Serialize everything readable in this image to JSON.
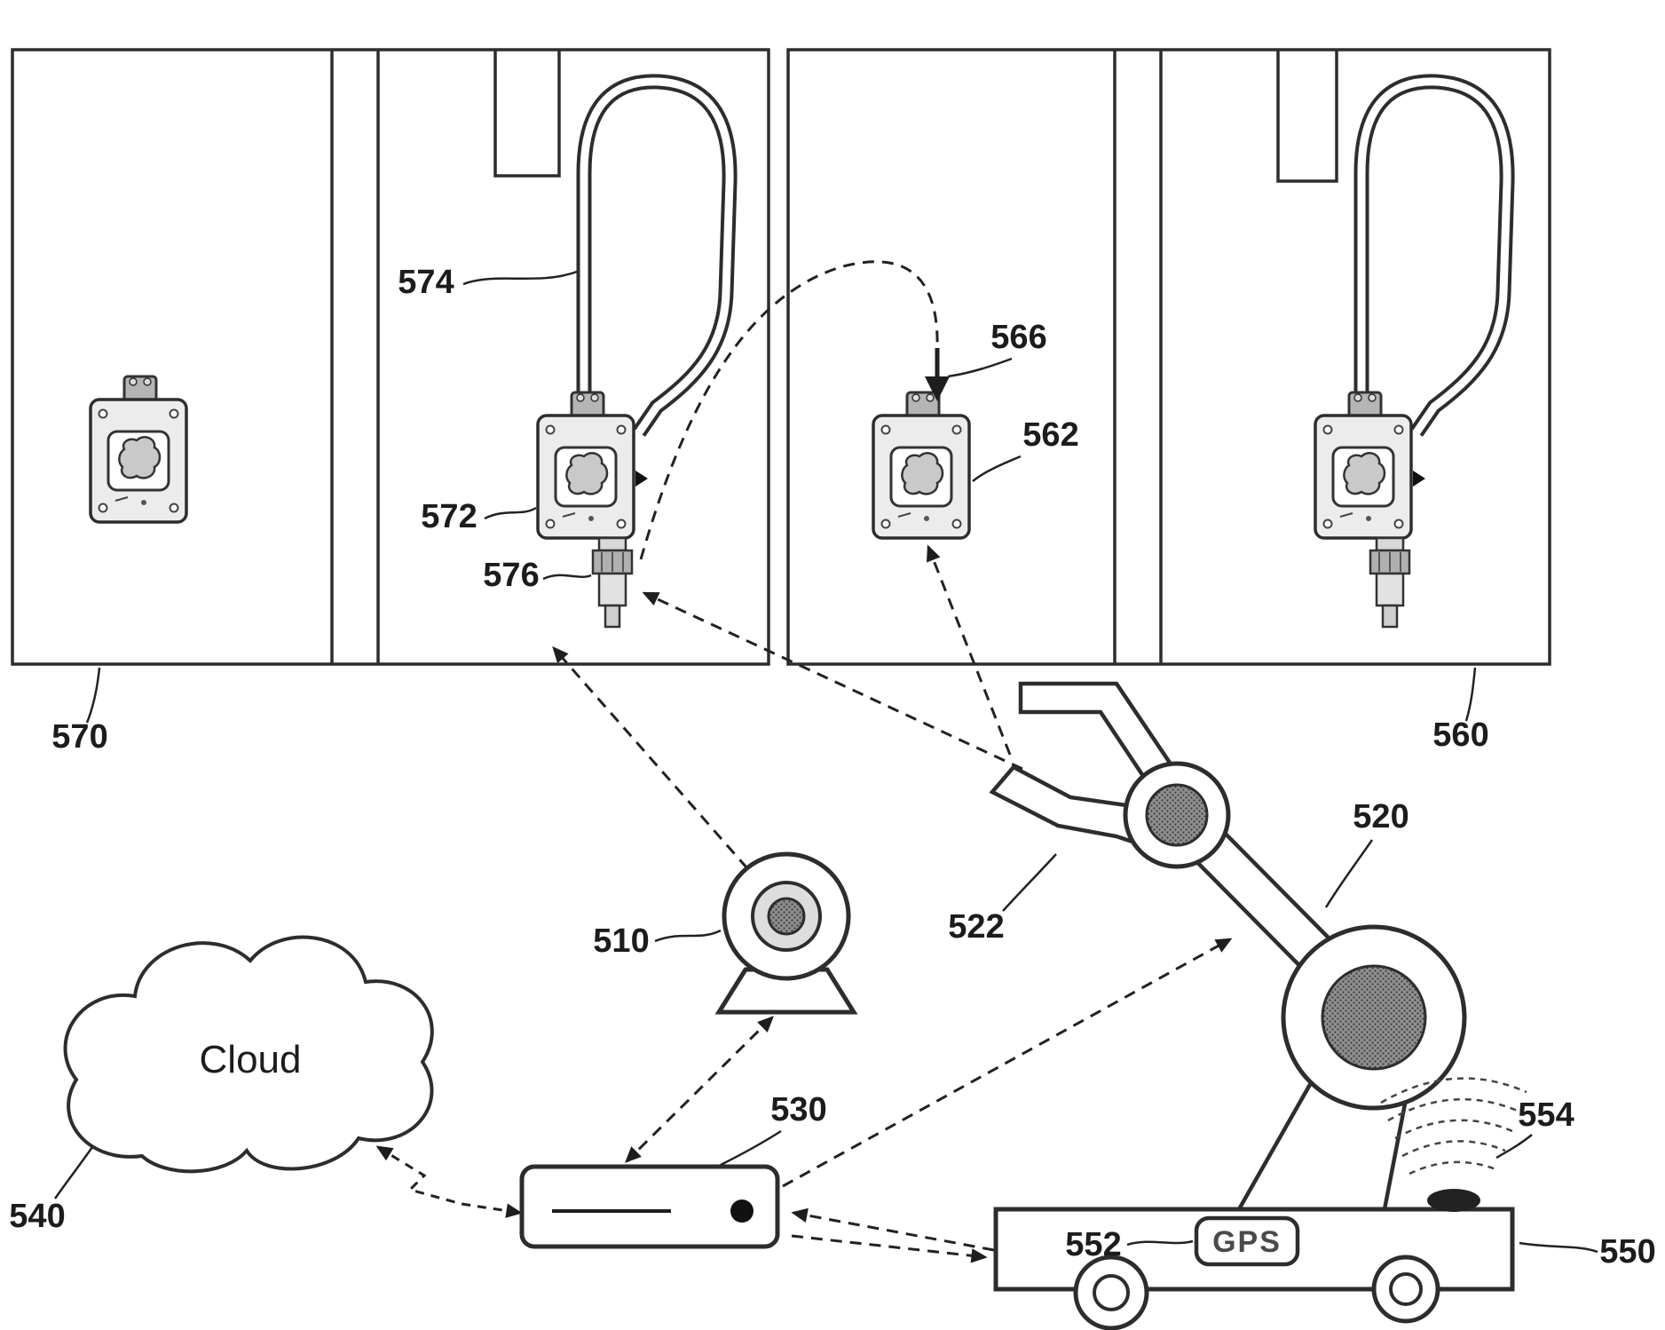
{
  "figure": {
    "kind": "patent-style robotic EV charging diagram",
    "cloud_label": "Cloud",
    "gps_label": "GPS",
    "ref_labels": {
      "r510": "510",
      "r520": "520",
      "r522": "522",
      "r530": "530",
      "r540": "540",
      "r550": "550",
      "r552": "552",
      "r554": "554",
      "r560": "560",
      "r562": "562",
      "r566": "566",
      "r570": "570",
      "r572": "572",
      "r574": "574",
      "r576": "576"
    },
    "colors": {
      "line": "#2d2d2d",
      "background": "#ffffff",
      "fill_light": "#ececec",
      "fill_mid": "#b5b5b5",
      "fill_dark": "#555555"
    }
  }
}
